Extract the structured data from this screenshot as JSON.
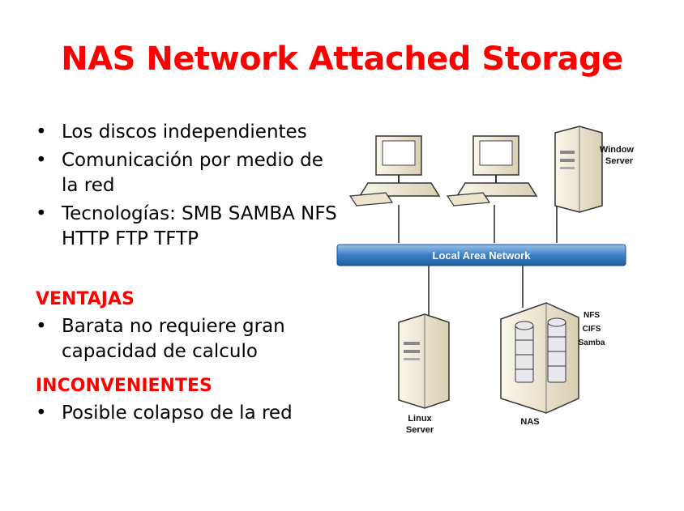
{
  "title": "NAS Network Attached Storage",
  "bullets_top": [
    "Los discos independientes",
    "Comunicación por medio de la red",
    "Tecnologías: SMB SAMBA NFS HTTP FTP TFTP"
  ],
  "ventajas": {
    "heading": "VENTAJAS",
    "items": [
      "Barata no requiere gran capacidad de calculo"
    ]
  },
  "inconvenientes": {
    "heading": "INCONVENIENTES",
    "items": [
      "Posible colapso de la red"
    ]
  },
  "diagram": {
    "network_label": "Local Area Network",
    "windows_server": [
      "Windows",
      "Server"
    ],
    "linux_server": [
      "Linux",
      "Server"
    ],
    "nas_label": "NAS",
    "protocols": [
      "NFS",
      "CIFS",
      "Samba"
    ],
    "icons": [
      "computer-icon",
      "computer-icon",
      "server-icon",
      "server-icon",
      "nas-storage-icon"
    ]
  },
  "colors": {
    "title": "#ff0000",
    "network_bar": "#3a7fc7",
    "device": "#f0ead6"
  }
}
